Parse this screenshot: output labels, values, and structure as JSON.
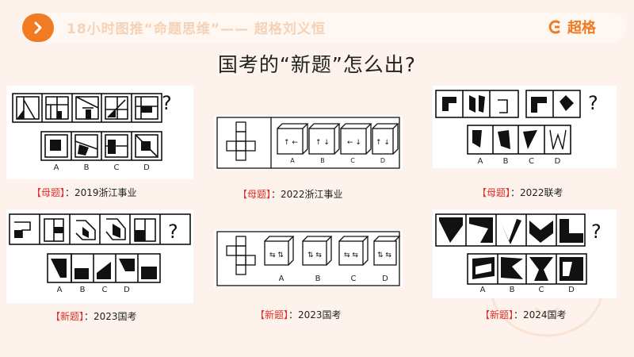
{
  "header": {
    "title": "18小时图推“命题思维”—— 超格刘义恒",
    "brand": "超格"
  },
  "main_title": "国考的“新题”怎么出?",
  "question_mark": "?",
  "options": [
    "A",
    "B",
    "C",
    "D"
  ],
  "captions": {
    "p1": {
      "tag": "【母题】",
      "text": "：2019浙江事业"
    },
    "p2": {
      "tag": "【母题】",
      "text": "：2022浙江事业"
    },
    "p3": {
      "tag": "【母题】",
      "text": "：2022联考"
    },
    "p4": {
      "tag": "【新题】",
      "text": "：2023国考"
    },
    "p5": {
      "tag": "【新题】",
      "text": "：2023国考"
    },
    "p6": {
      "tag": "【新题】",
      "text": "：2024国考"
    }
  },
  "colors": {
    "accent": "#f07b22",
    "tag": "#e0312b",
    "background": "#fdf3ec"
  }
}
